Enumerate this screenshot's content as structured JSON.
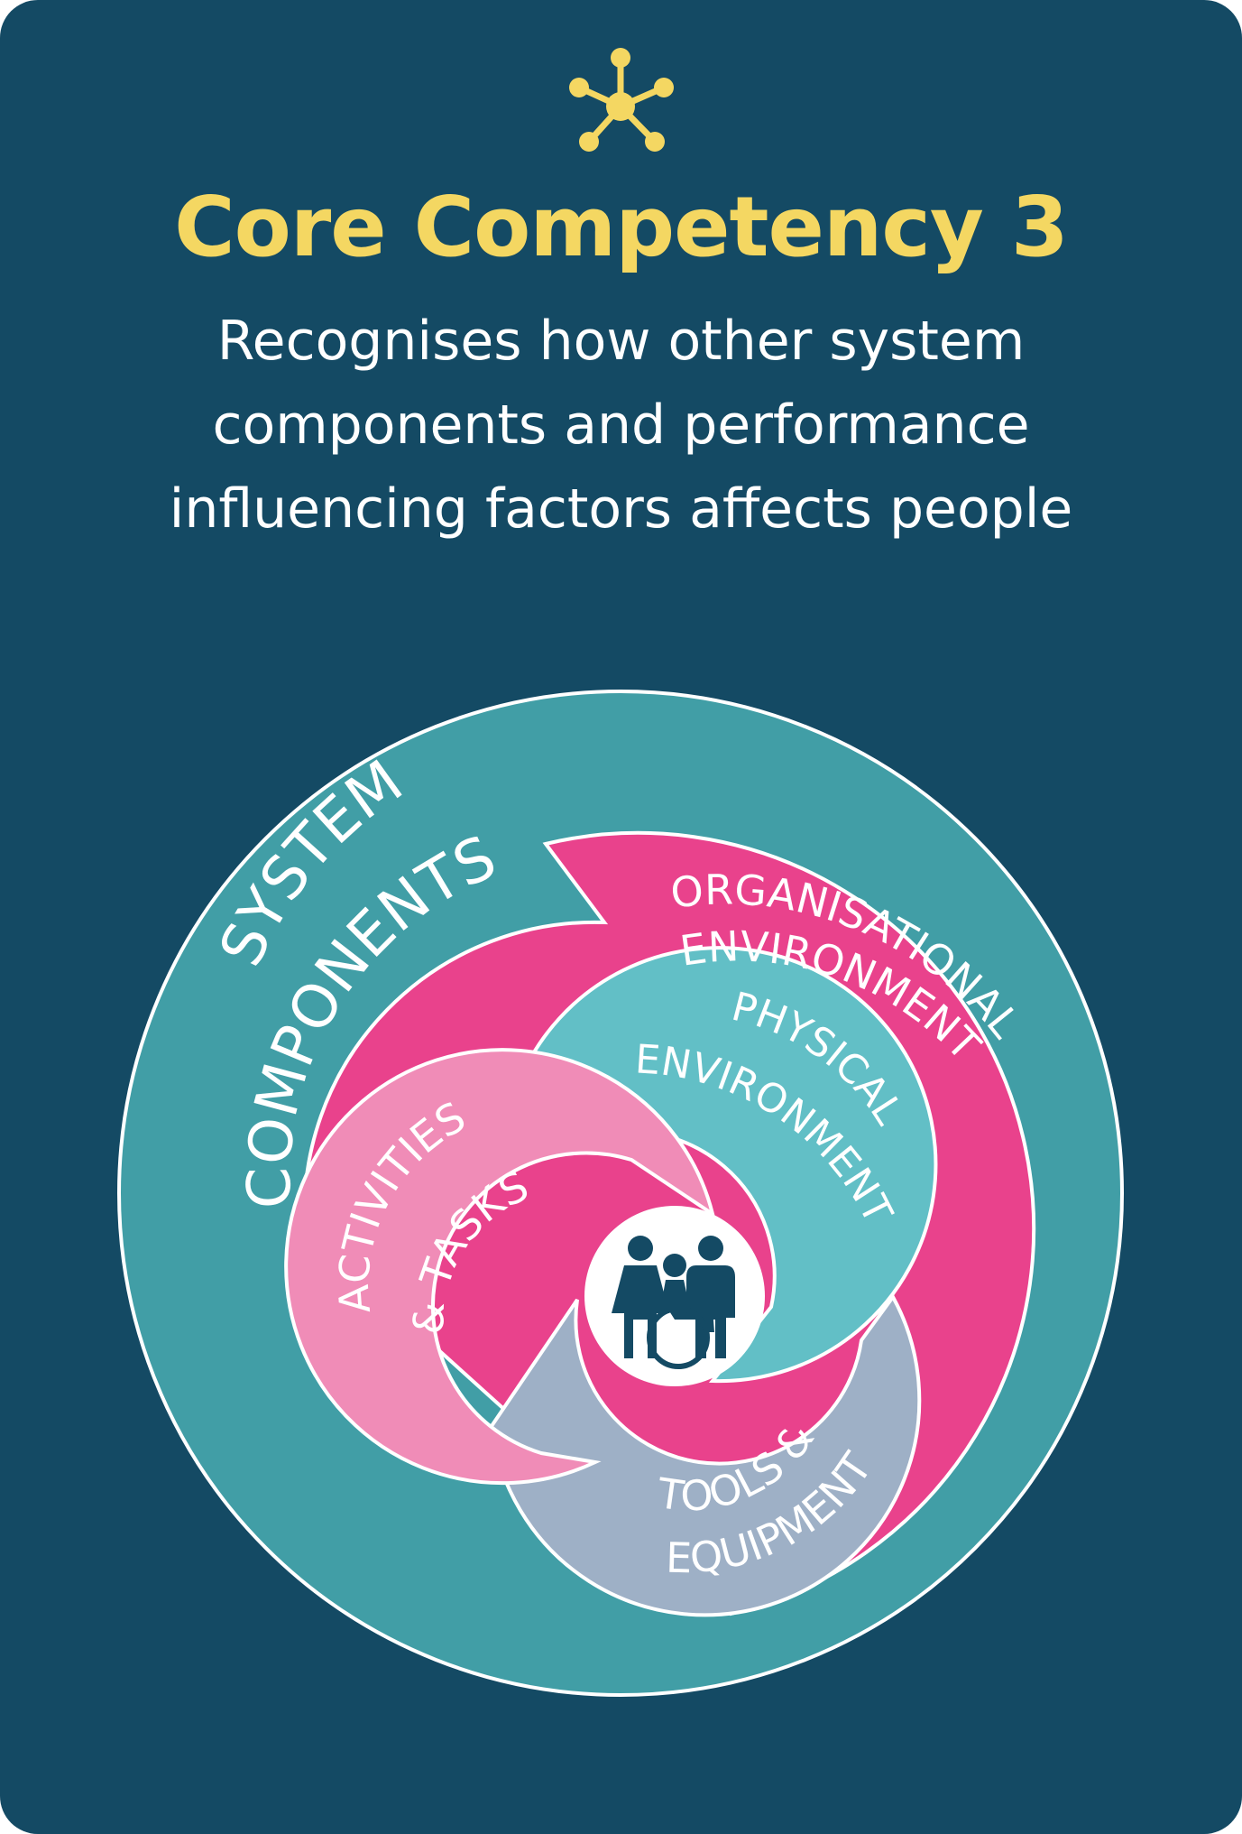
{
  "header": {
    "icon": "network-hub-icon",
    "title": "Core Competency 3",
    "subtitle_lines": [
      "Recognises how other system",
      "components and performance",
      "influencing factors affects people"
    ]
  },
  "diagram": {
    "outer_label_lines": [
      "SYSTEM",
      "COMPONENTS"
    ],
    "segments": [
      {
        "id": "organisational",
        "lines": [
          "ORGANISATIONAL",
          "ENVIRONMENT"
        ],
        "color": "#e9428c"
      },
      {
        "id": "physical",
        "lines": [
          "PHYSICAL",
          "ENVIRONMENT"
        ],
        "color": "#62bfc6"
      },
      {
        "id": "activities",
        "lines": [
          "ACTIVITIES",
          "& TASKS"
        ],
        "color": "#f08cb7"
      },
      {
        "id": "tools",
        "lines": [
          "TOOLS &",
          "EQUIPMENT"
        ],
        "color": "#9eb0c6"
      }
    ],
    "center_icon": "people-with-wheelchair-icon",
    "colors": {
      "background": "#144a64",
      "outer_circle": "#419ea6",
      "title": "#f4d762",
      "text": "#ffffff"
    }
  }
}
